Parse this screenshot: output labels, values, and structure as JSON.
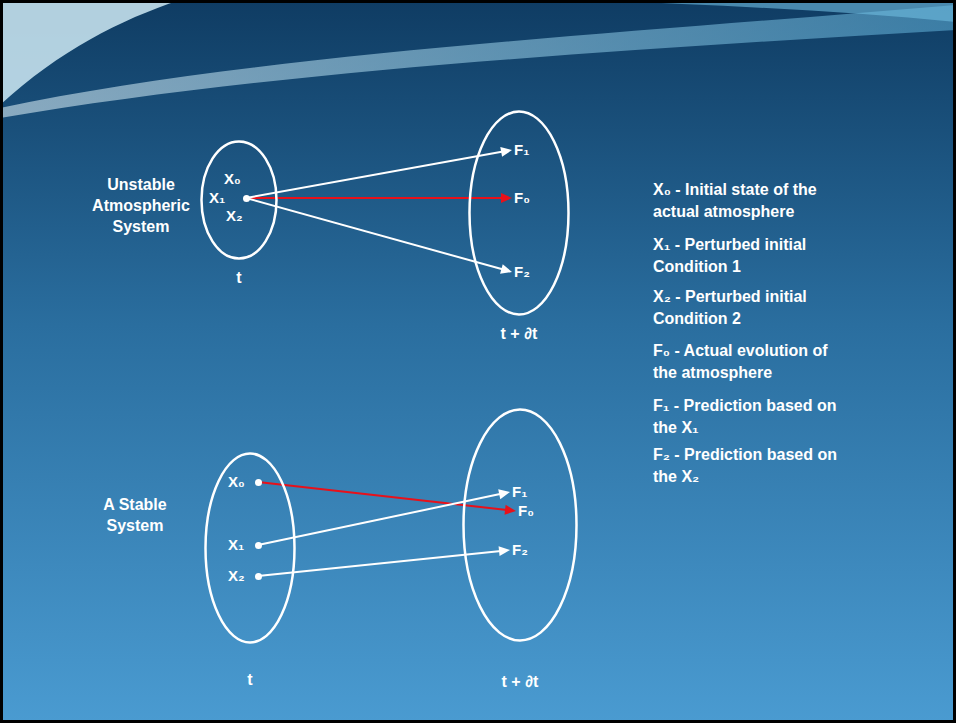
{
  "diagram": {
    "nodes": [
      {
        "text": [
          "t"
        ]
      },
      {
        "text": [
          "X₀"
        ],
        "in": 0
      },
      {
        "text": [
          "X₁"
        ],
        "in": 0
      },
      {
        "text": [
          "X₂"
        ],
        "in": 0
      },
      {
        "text": [
          "t + ∂t"
        ]
      },
      {
        "text": [
          "F₁"
        ],
        "in": 4
      },
      {
        "text": [
          "F₀"
        ],
        "in": 4
      },
      {
        "text": [
          "F₂"
        ],
        "in": 4
      },
      {
        "text": [
          "t"
        ]
      },
      {
        "text": [
          "X₀"
        ],
        "in": 8
      },
      {
        "text": [
          "X₁"
        ],
        "in": 8
      },
      {
        "text": [
          "X₂"
        ],
        "in": 8
      },
      {
        "text": [
          "t + ∂t"
        ]
      },
      {
        "text": [
          "F₁"
        ],
        "in": 12
      },
      {
        "text": [
          "F₀"
        ],
        "in": 12
      },
      {
        "text": [
          "F₂"
        ],
        "in": 12
      }
    ],
    "edges": [
      {
        "from": 1,
        "to": 6,
        "arrow": "to"
      },
      {
        "from": 2,
        "to": 5,
        "arrow": "to"
      },
      {
        "from": 3,
        "to": 7,
        "arrow": "to"
      },
      {
        "from": 9,
        "to": 14,
        "arrow": "to"
      },
      {
        "from": 10,
        "to": 13,
        "arrow": "to"
      },
      {
        "from": 11,
        "to": 15,
        "arrow": "to"
      }
    ],
    "labels": [
      "Unstable Atmospheric System",
      "A Stable System",
      "X₀ - Initial state of the actual atmosphere",
      "X₁ - Perturbed initial Condition 1",
      "X₂ - Perturbed initial Condition 2",
      "F₀ - Actual evolution of the atmosphere",
      "F₁ - Prediction based on the X₁",
      "F₂ - Prediction based on the X₂"
    ]
  }
}
